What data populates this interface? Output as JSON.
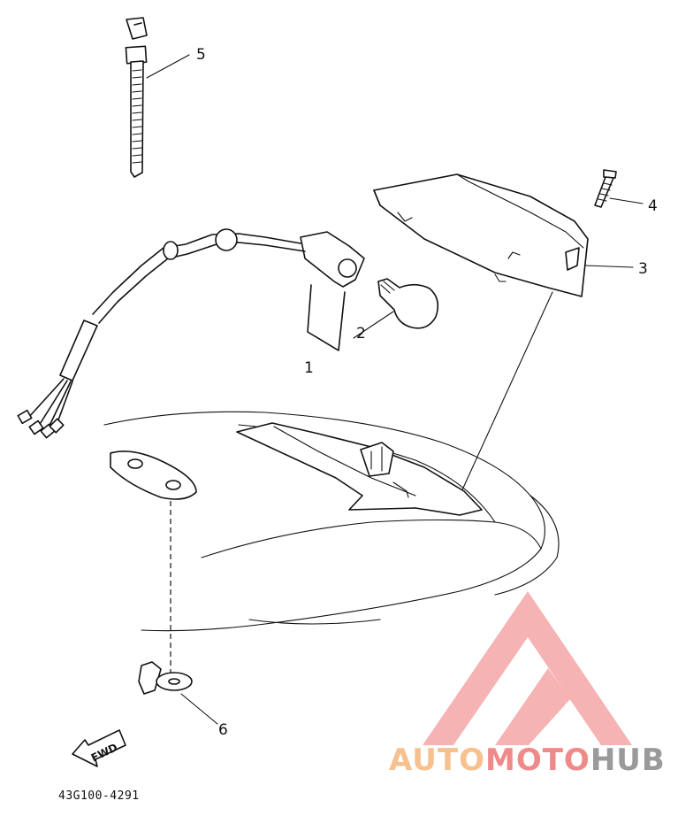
{
  "callouts": [
    "1",
    "2",
    "3",
    "4",
    "5",
    "6"
  ],
  "fwd_label": "FWD",
  "part_code": "43G100-4291",
  "watermark": {
    "part_a": "AUTO",
    "part_b": "MOTO",
    "part_c": "HUB",
    "colors": {
      "auto": "#f6c08f",
      "moto": "#f08a8a",
      "hub": "#9a9a9a",
      "logo": "#f08a8a"
    }
  }
}
